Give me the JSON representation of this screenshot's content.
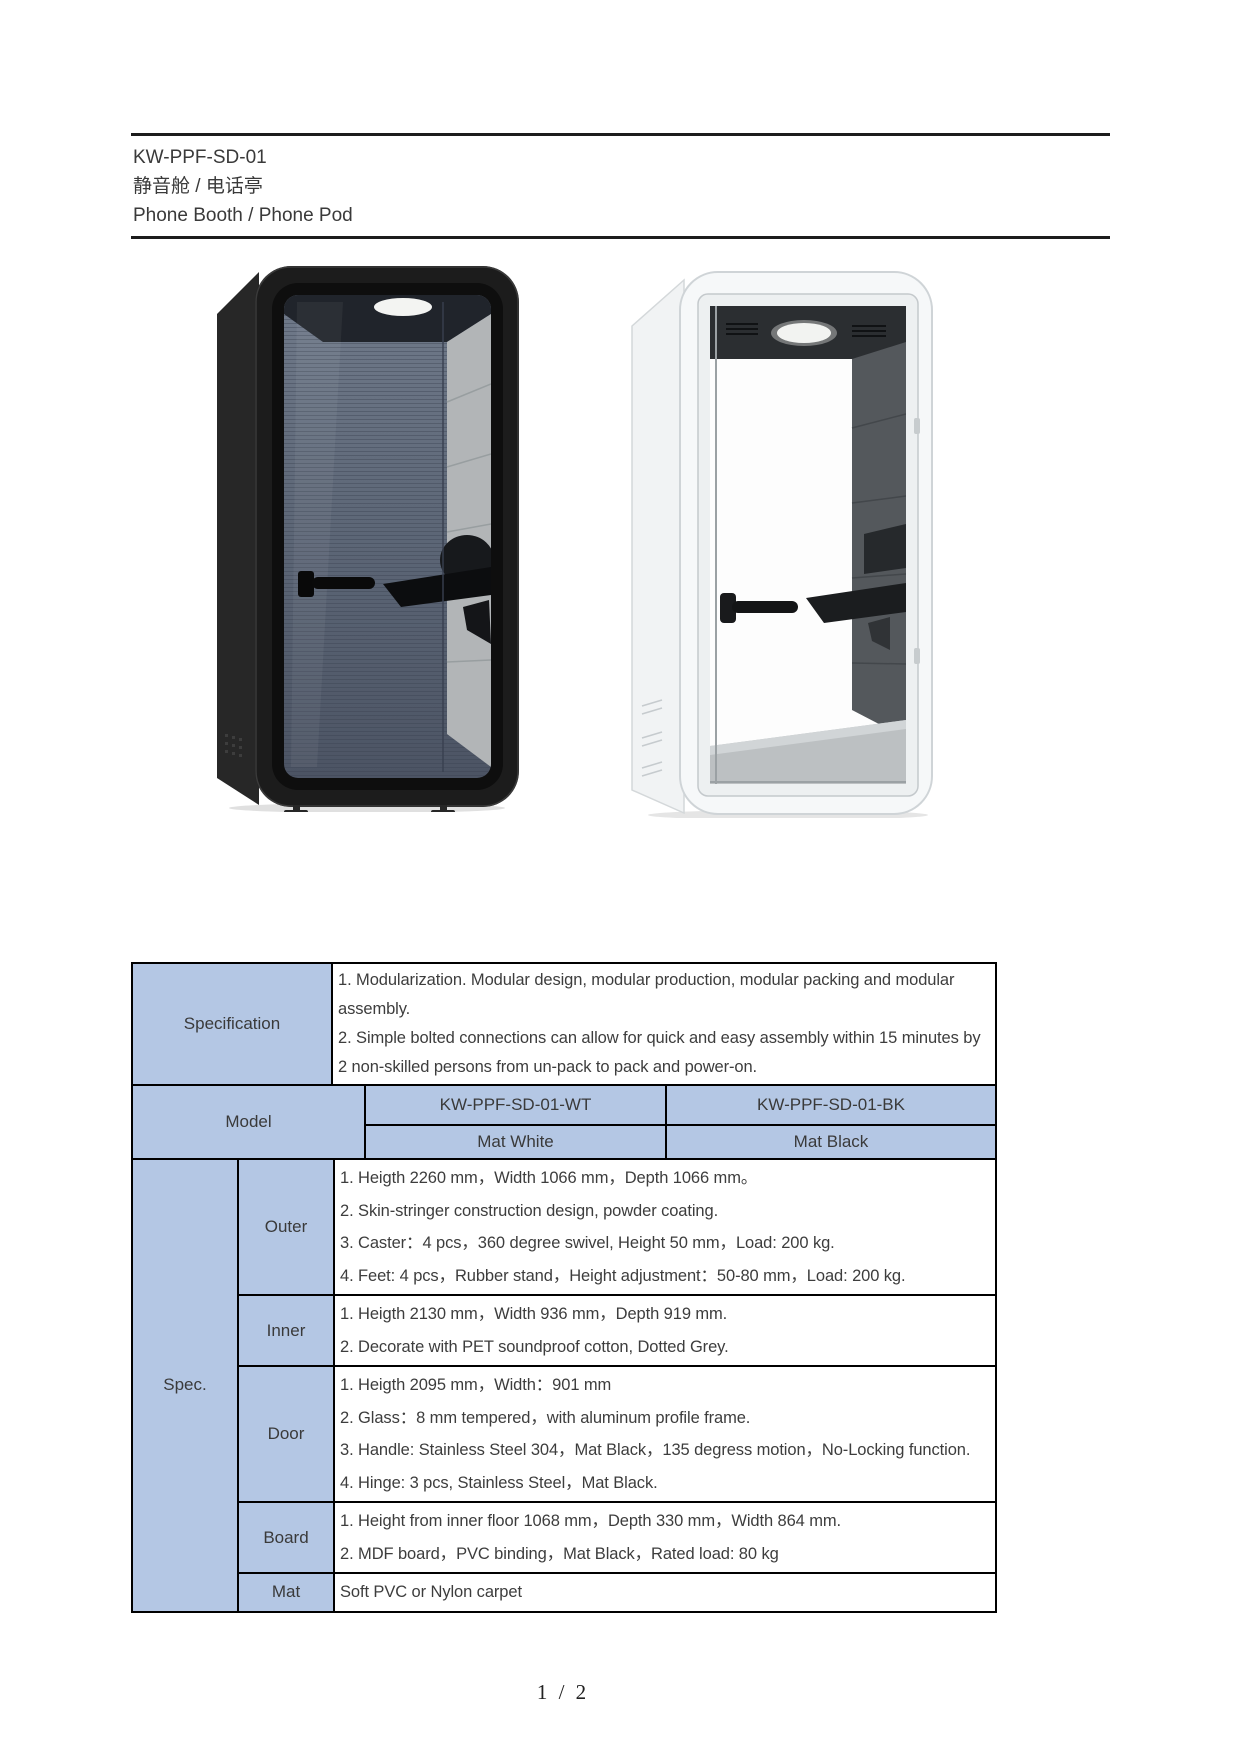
{
  "header": {
    "product_code": "KW-PPF-SD-01",
    "title_zh": "静音舱 / 电话亭",
    "title_en": "Phone Booth / Phone Pod"
  },
  "images": {
    "left": "mat-black-phone-booth",
    "right": "mat-white-phone-booth"
  },
  "table": {
    "specification": {
      "label": "Specification",
      "text": "1. Modularization. Modular design, modular production, modular packing and modular assembly.\n2. Simple bolted connections can allow for quick and easy assembly within 15 minutes by 2 non-skilled persons from un-pack to pack and power-on."
    },
    "model": {
      "label": "Model",
      "variants": [
        {
          "code": "KW-PPF-SD-01-WT",
          "finish": "Mat White"
        },
        {
          "code": "KW-PPF-SD-01-BK",
          "finish": "Mat Black"
        }
      ]
    },
    "spec": {
      "label": "Spec.",
      "rows": [
        {
          "label": "Outer",
          "text": "1. Heigth 2260 mm，Width 1066 mm，Depth 1066 mm。\n2. Skin-stringer construction design, powder coating.\n3. Caster：4 pcs，360 degree swivel, Height 50 mm，Load: 200 kg.\n4. Feet: 4 pcs，Rubber stand，Height adjustment：50-80 mm，Load: 200 kg."
        },
        {
          "label": "Inner",
          "text": "1. Heigth 2130 mm，Width 936 mm，Depth 919 mm.\n2. Decorate with PET soundproof cotton, Dotted Grey."
        },
        {
          "label": "Door",
          "text": "1. Heigth 2095 mm，Width：901 mm\n2. Glass：8 mm tempered，with aluminum profile frame.\n3. Handle: Stainless Steel 304，Mat Black，135 degress motion，No-Locking function.\n4. Hinge: 3 pcs, Stainless Steel，Mat Black."
        },
        {
          "label": "Board",
          "text": "1. Height from inner floor 1068 mm，Depth 330 mm，Width 864 mm.\n2. MDF board，PVC binding，Mat Black，Rated load: 80 kg"
        },
        {
          "label": "Mat",
          "text": "Soft PVC or Nylon carpet"
        }
      ]
    }
  },
  "footer": {
    "page_number": "1 / 2"
  },
  "colors": {
    "table_header_fill": "#b4c7e4",
    "table_border": "#000000",
    "rule": "#1c1c1c",
    "text": "#3d3d3d"
  }
}
